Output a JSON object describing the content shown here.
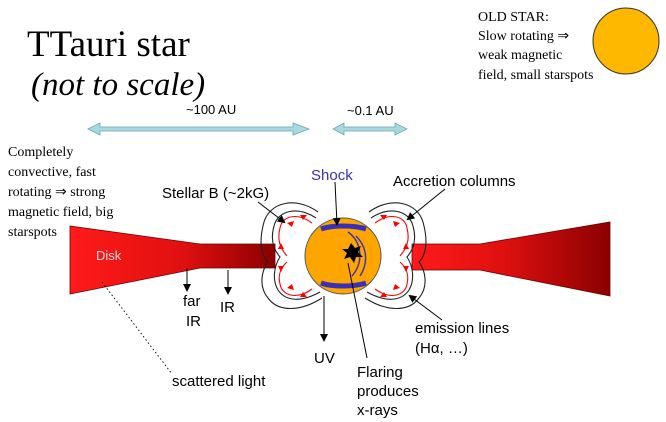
{
  "title": {
    "line1": "TTauri star",
    "line2": "(not to scale)"
  },
  "old_star": {
    "heading": "OLD STAR:",
    "line1": "Slow rotating ⇒",
    "line2": "weak magnetic",
    "line3": "field, small starspots"
  },
  "scale": {
    "disk_scale": "~100 AU",
    "star_scale": "~0.1 AU"
  },
  "ttauri_note": {
    "line1": "Completely",
    "line2": "convective, fast",
    "line3": "rotating ⇒ strong",
    "line4": "magnetic field, big",
    "line5": "starspots"
  },
  "labels": {
    "disk": "Disk",
    "stellar_b": "Stellar B (~2kG)",
    "shock": "Shock",
    "accretion": "Accretion columns",
    "far_ir_1": "far",
    "far_ir_2": "IR",
    "ir": "IR",
    "uv": "UV",
    "flaring_1": "Flaring",
    "flaring_2": "produces",
    "flaring_3": "x-rays",
    "emission_1": "emission lines",
    "emission_2": "(Hα, …)",
    "scattered": "scattered light"
  },
  "colors": {
    "disk_dark": "#8b0000",
    "disk_bright": "#ff1a1a",
    "star": "#ffa500",
    "old_star": "#ffb800",
    "shock": "#3a2fb8",
    "scale_arrow": "#a8d8e0",
    "accretion_arrow": "#ff0000"
  }
}
